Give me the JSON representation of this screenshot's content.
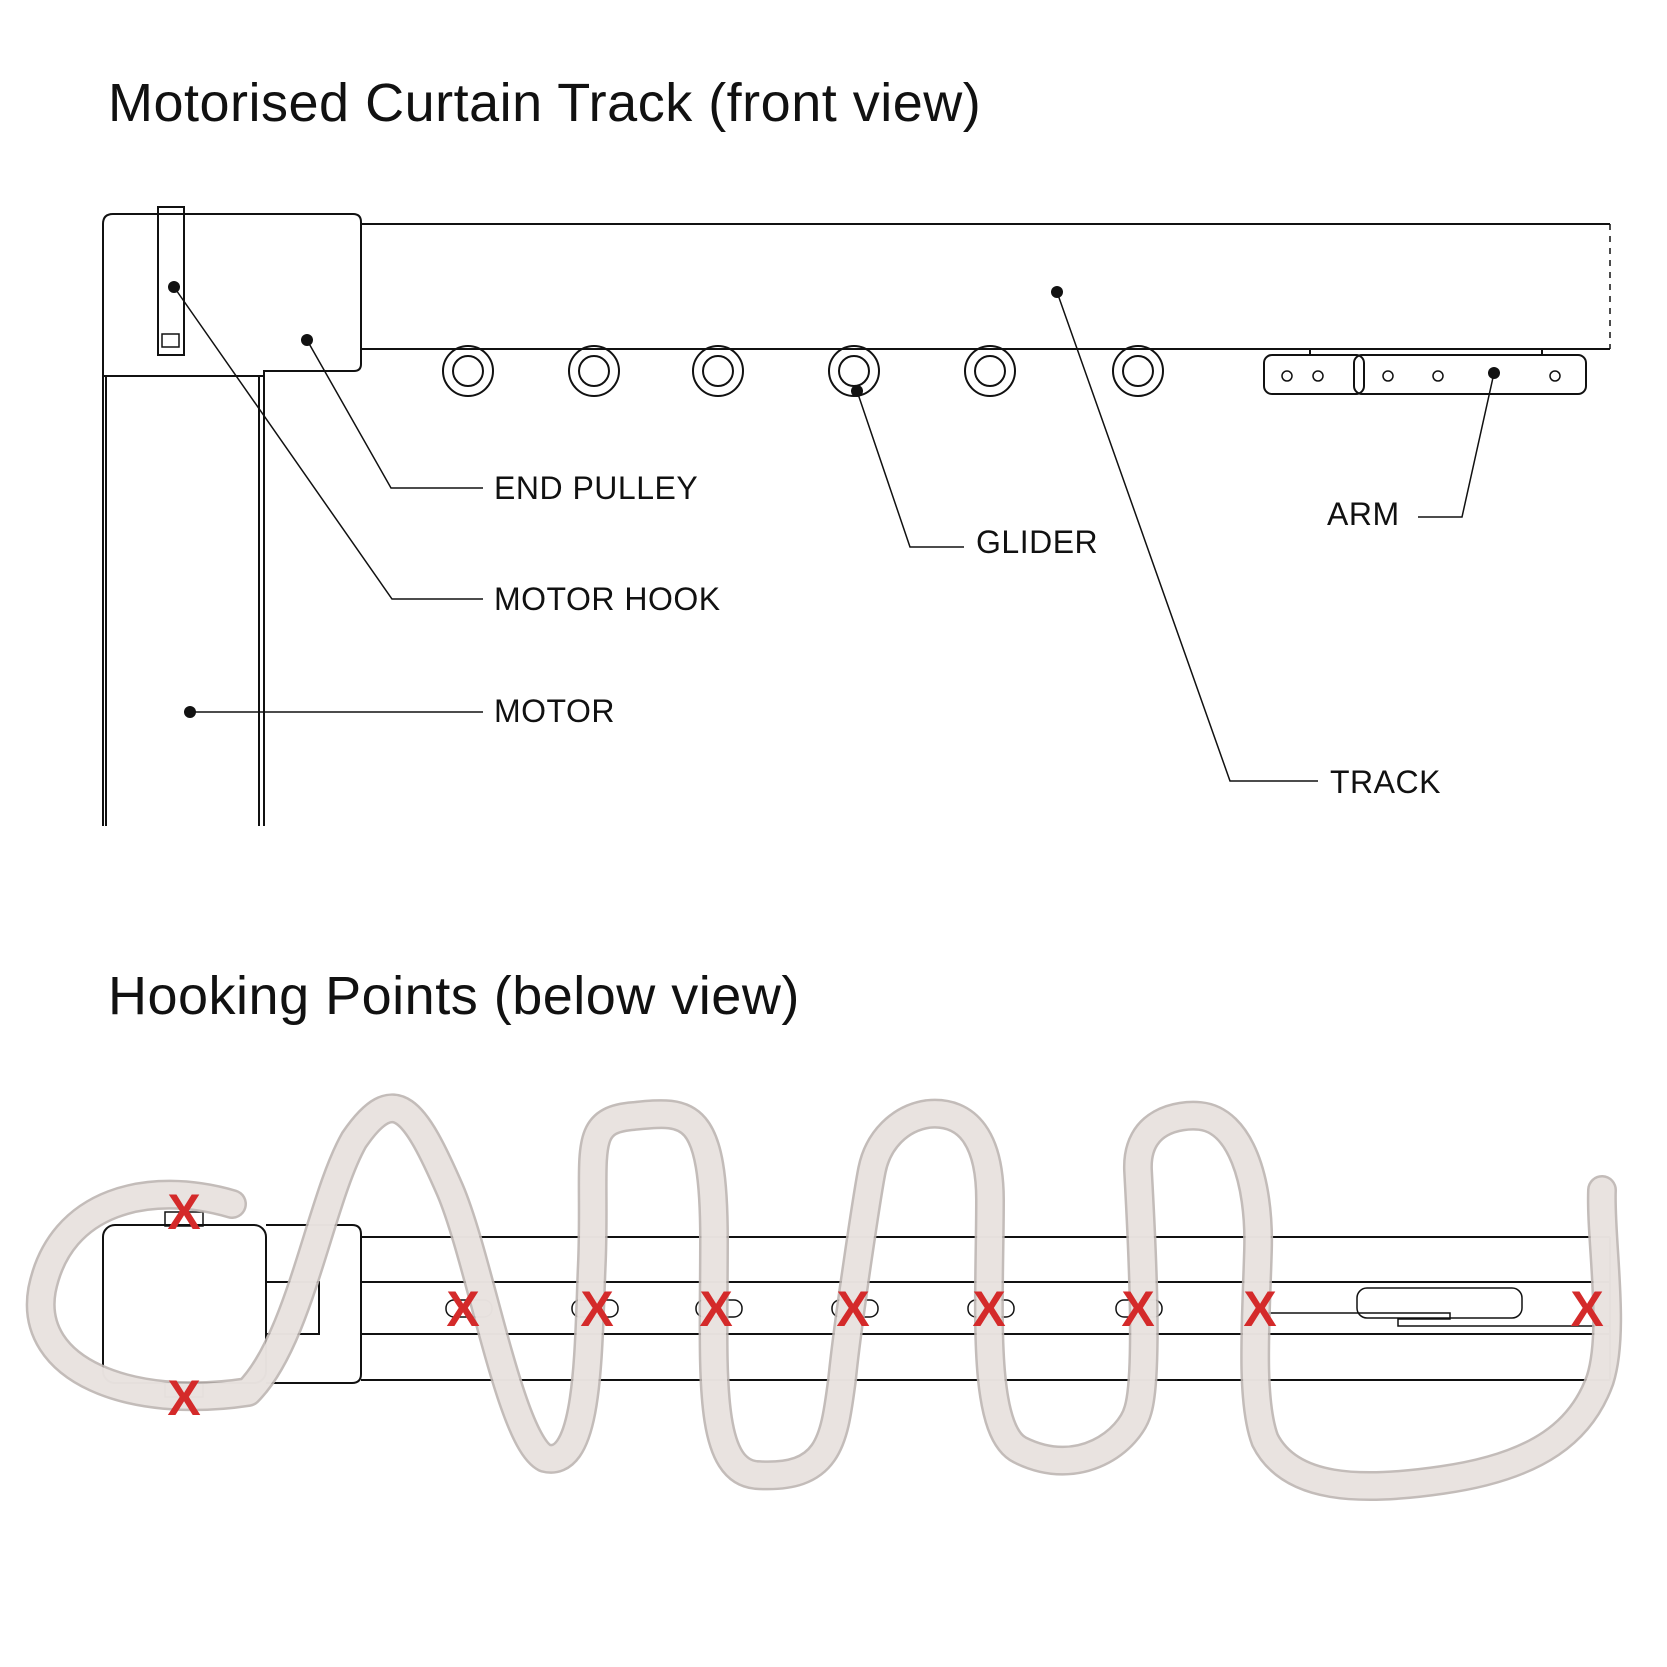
{
  "front_view": {
    "title": "Motorised Curtain Track (front view)",
    "labels": {
      "end_pulley": "END PULLEY",
      "motor_hook": "MOTOR HOOK",
      "motor": "MOTOR",
      "glider": "GLIDER",
      "arm": "ARM",
      "track": "TRACK"
    },
    "glider_count": 6
  },
  "below_view": {
    "title": "Hooking Points (below view)",
    "hook_marker": "X",
    "hooking_point_count": 10,
    "colors": {
      "marker": "#d42a2a",
      "curtain": "#f1ece9",
      "curtain_outline": "#bdb5b1"
    }
  },
  "colors": {
    "line": "#111111",
    "background": "#ffffff"
  }
}
